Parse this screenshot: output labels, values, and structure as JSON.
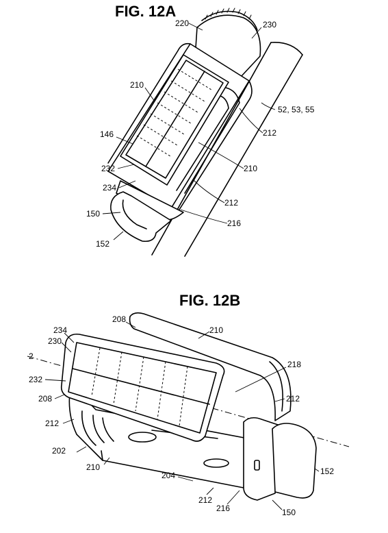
{
  "figures": [
    {
      "title": "FIG. 12A",
      "labels": {
        "l220": "220",
        "l230": "230",
        "l210a": "210",
        "l52": "52, 53, 55",
        "l146": "146",
        "l212a": "212",
        "l232": "232",
        "l210b": "210",
        "l234": "234",
        "l212b": "212",
        "l150": "150",
        "l216": "216",
        "l152": "152"
      }
    },
    {
      "title": "FIG. 12B",
      "labels": {
        "l208a": "208",
        "l210a": "210",
        "l234": "234",
        "l230": "230",
        "l2": "2",
        "l218": "218",
        "l232": "232",
        "l208b": "208",
        "l212a": "212",
        "l212b": "212",
        "l202": "202",
        "l210b": "210",
        "l204": "204",
        "l152": "152",
        "l212c": "212",
        "l216": "216",
        "l150": "150"
      }
    }
  ]
}
